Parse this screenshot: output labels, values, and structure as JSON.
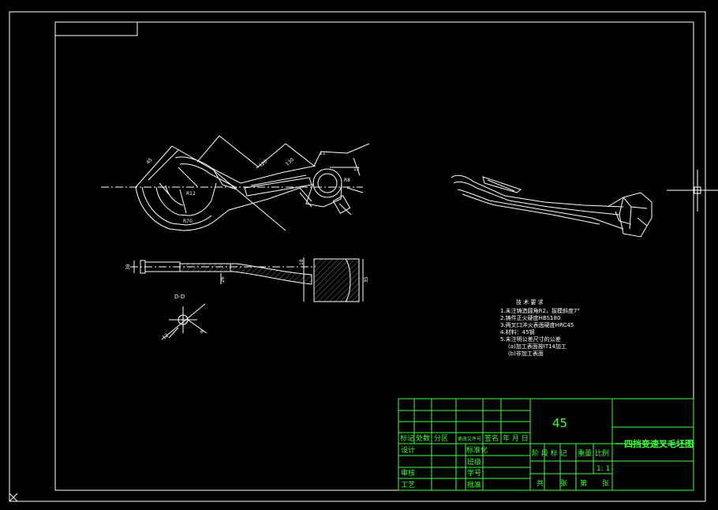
{
  "colors": {
    "background": "#000000",
    "frame": "#ffffff",
    "title_block_lines": "#3cff3c",
    "title_block_text": "#3cff3c",
    "drawing_lines": "#ffffff",
    "hatch": "#d0d0d0"
  },
  "tech_requirements": {
    "heading": "技 术 要 求",
    "items": [
      "1.未注铸造圆角R2，拔模斜度7°",
      "2.铸件正火硬度HBS180",
      "3.两叉口淬火表面硬度HRC45",
      "4.材料：45钢",
      "5.未注明公差尺寸的公差",
      "(a)加工表面按IT14加工",
      "(b)非加工表面"
    ]
  },
  "section_label": "D-D",
  "title_block": {
    "material": "45",
    "drawing_title": "一四挡变速叉毛坯图",
    "header_row": [
      "标记",
      "处数",
      "分区",
      "更改文件号",
      "签名",
      "年 月 日"
    ],
    "left_labels": [
      "设计",
      "",
      "审核",
      "工艺"
    ],
    "mid_labels": [
      "标准化",
      "班级",
      "学号",
      "批准"
    ],
    "stage_headers": [
      "阶 段 标 记",
      "重量",
      "比例"
    ],
    "scale": "1: 1",
    "sheet_row": [
      "共",
      "张",
      "第",
      "张"
    ]
  },
  "dimension_labels": [
    "45",
    "R12",
    "R70",
    "120",
    "130",
    "11",
    "R8",
    "12",
    "38",
    "26",
    "35",
    "18",
    "12",
    "8"
  ]
}
